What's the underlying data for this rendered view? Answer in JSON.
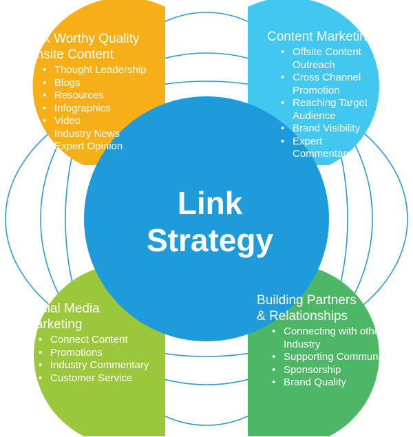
{
  "diagram": {
    "center": {
      "line1": "Link",
      "line2": "Strategy"
    },
    "quadrants": [
      {
        "title_line1": "Link Worthy Quality",
        "title_line2": "Onsite Content",
        "items": [
          "Thought Leadership",
          "Blogs",
          "Resources",
          "Infographics",
          "Video",
          "Industry News",
          "Expert Opinion"
        ]
      },
      {
        "title_line1": "Content Marketing",
        "items": [
          "Offsite Content Outreach",
          "Cross Channel Promotion",
          "Reaching Target Audience",
          "Brand Visibility",
          "Expert Commentary"
        ]
      },
      {
        "title_line1": "Social Media",
        "title_line2": "Marketing",
        "items": [
          "Connect Content",
          "Promotions",
          "Industry Commentary",
          "Customer Service"
        ]
      },
      {
        "title_line1": "Building Partners",
        "title_line2": "& Relationships",
        "items": [
          "Connecting with other in Industry",
          "Supporting Community",
          "Sponsorship",
          "Brand Quality"
        ]
      }
    ],
    "colors": {
      "top_left": "#F7AF17",
      "top_right": "#42C8EE",
      "bottom_left": "#9BC73A",
      "bottom_right": "#4EB765",
      "center": "#1E9BDB",
      "orbit": "#2A9AD6"
    }
  }
}
